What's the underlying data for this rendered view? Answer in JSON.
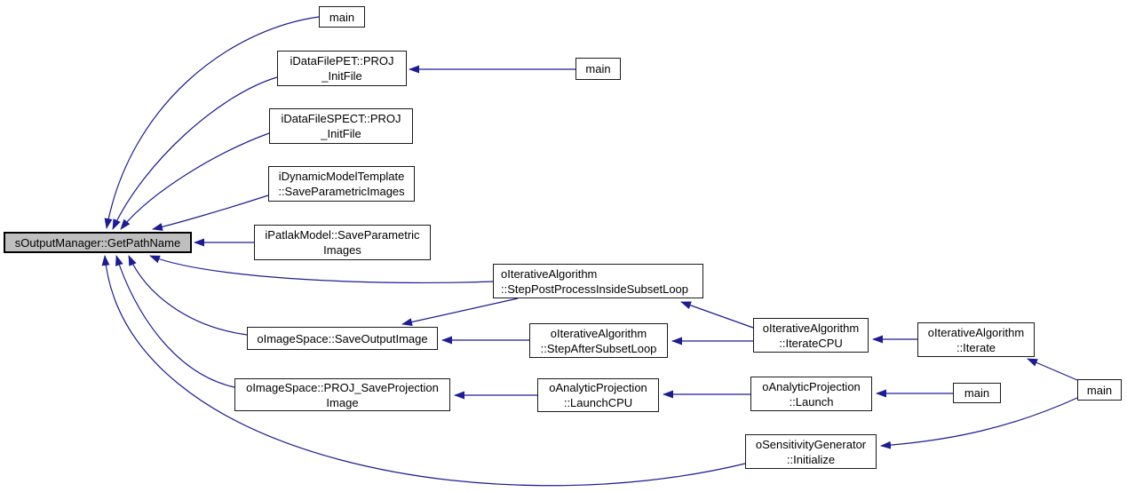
{
  "graph": {
    "type": "caller-graph",
    "focus_node": "sOutputManager::GetPathName",
    "edge_color": "#1c1c94",
    "node_border_color": "#1a1a1a",
    "node_fill_color": "#ffffff",
    "focus_fill_color": "#bfbfbf",
    "nodes": [
      {
        "id": "main-top",
        "lines": [
          "main"
        ]
      },
      {
        "id": "idatafilepet",
        "lines": [
          "iDataFilePET::PROJ",
          "_InitFile"
        ]
      },
      {
        "id": "main-pet",
        "lines": [
          "main"
        ]
      },
      {
        "id": "idatafilespect",
        "lines": [
          "iDataFileSPECT::PROJ",
          "_InitFile"
        ]
      },
      {
        "id": "idynamicmodel",
        "lines": [
          "iDynamicModelTemplate",
          "::SaveParametricImages"
        ]
      },
      {
        "id": "ipatlakmodel",
        "lines": [
          "iPatlakModel::SaveParametric",
          "Images"
        ]
      },
      {
        "id": "getpathname",
        "lines": [
          "sOutputManager::GetPathName"
        ],
        "focus": true
      },
      {
        "id": "steppost",
        "lines": [
          "oIterativeAlgorithm",
          "::StepPostProcessInsideSubsetLoop"
        ]
      },
      {
        "id": "saveoutput",
        "lines": [
          "oImageSpace::SaveOutputImage"
        ]
      },
      {
        "id": "stepafter",
        "lines": [
          "oIterativeAlgorithm",
          "::StepAfterSubsetLoop"
        ]
      },
      {
        "id": "iteratecpu",
        "lines": [
          "oIterativeAlgorithm",
          "::IterateCPU"
        ]
      },
      {
        "id": "iterate",
        "lines": [
          "oIterativeAlgorithm",
          "::Iterate"
        ]
      },
      {
        "id": "projsave",
        "lines": [
          "oImageSpace::PROJ_SaveProjection",
          "Image"
        ]
      },
      {
        "id": "launchcpu",
        "lines": [
          "oAnalyticProjection",
          "::LaunchCPU"
        ]
      },
      {
        "id": "launch",
        "lines": [
          "oAnalyticProjection",
          "::Launch"
        ]
      },
      {
        "id": "main-launch",
        "lines": [
          "main"
        ]
      },
      {
        "id": "initialize",
        "lines": [
          "oSensitivityGenerator",
          "::Initialize"
        ]
      },
      {
        "id": "main-right",
        "lines": [
          "main"
        ]
      }
    ],
    "edges": [
      {
        "from": "main-top",
        "to": "getpathname"
      },
      {
        "from": "idatafilepet",
        "to": "getpathname"
      },
      {
        "from": "main-pet",
        "to": "idatafilepet"
      },
      {
        "from": "idatafilespect",
        "to": "getpathname"
      },
      {
        "from": "idynamicmodel",
        "to": "getpathname"
      },
      {
        "from": "ipatlakmodel",
        "to": "getpathname"
      },
      {
        "from": "steppost",
        "to": "getpathname"
      },
      {
        "from": "saveoutput",
        "to": "getpathname"
      },
      {
        "from": "projsave",
        "to": "getpathname"
      },
      {
        "from": "initialize",
        "to": "getpathname"
      },
      {
        "from": "steppost",
        "to": "saveoutput"
      },
      {
        "from": "stepafter",
        "to": "saveoutput"
      },
      {
        "from": "iteratecpu",
        "to": "steppost"
      },
      {
        "from": "iteratecpu",
        "to": "stepafter"
      },
      {
        "from": "iterate",
        "to": "iteratecpu"
      },
      {
        "from": "launchcpu",
        "to": "projsave"
      },
      {
        "from": "launch",
        "to": "launchcpu"
      },
      {
        "from": "main-launch",
        "to": "launch"
      },
      {
        "from": "main-right",
        "to": "iterate"
      },
      {
        "from": "main-right",
        "to": "initialize"
      }
    ]
  }
}
